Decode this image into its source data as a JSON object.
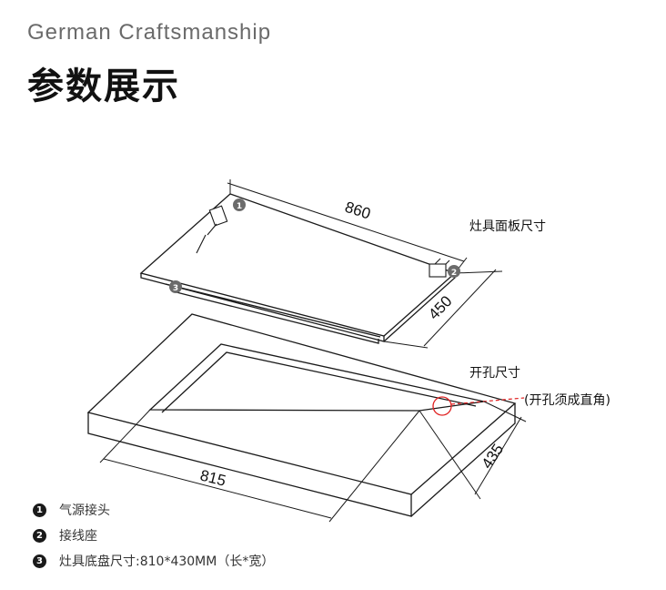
{
  "header": {
    "subtitle": "German Craftsmanship",
    "title": "参数展示"
  },
  "diagram": {
    "panel_label": "灶具面板尺寸",
    "panel_width": "860",
    "panel_depth": "450",
    "cutout_label": "开孔尺寸",
    "cutout_note": "(开孔须成直角)",
    "cutout_width": "815",
    "cutout_depth": "435",
    "callouts": [
      "1",
      "2",
      "3"
    ]
  },
  "legend": [
    {
      "num": "1",
      "text": "气源接头"
    },
    {
      "num": "2",
      "text": "接线座"
    },
    {
      "num": "3",
      "text": "灶具底盘尺寸:810*430MM（长*宽）"
    }
  ],
  "colors": {
    "line": "#1a1a1a",
    "callout_fill": "#6b6b6b",
    "highlight": "#e02020"
  }
}
